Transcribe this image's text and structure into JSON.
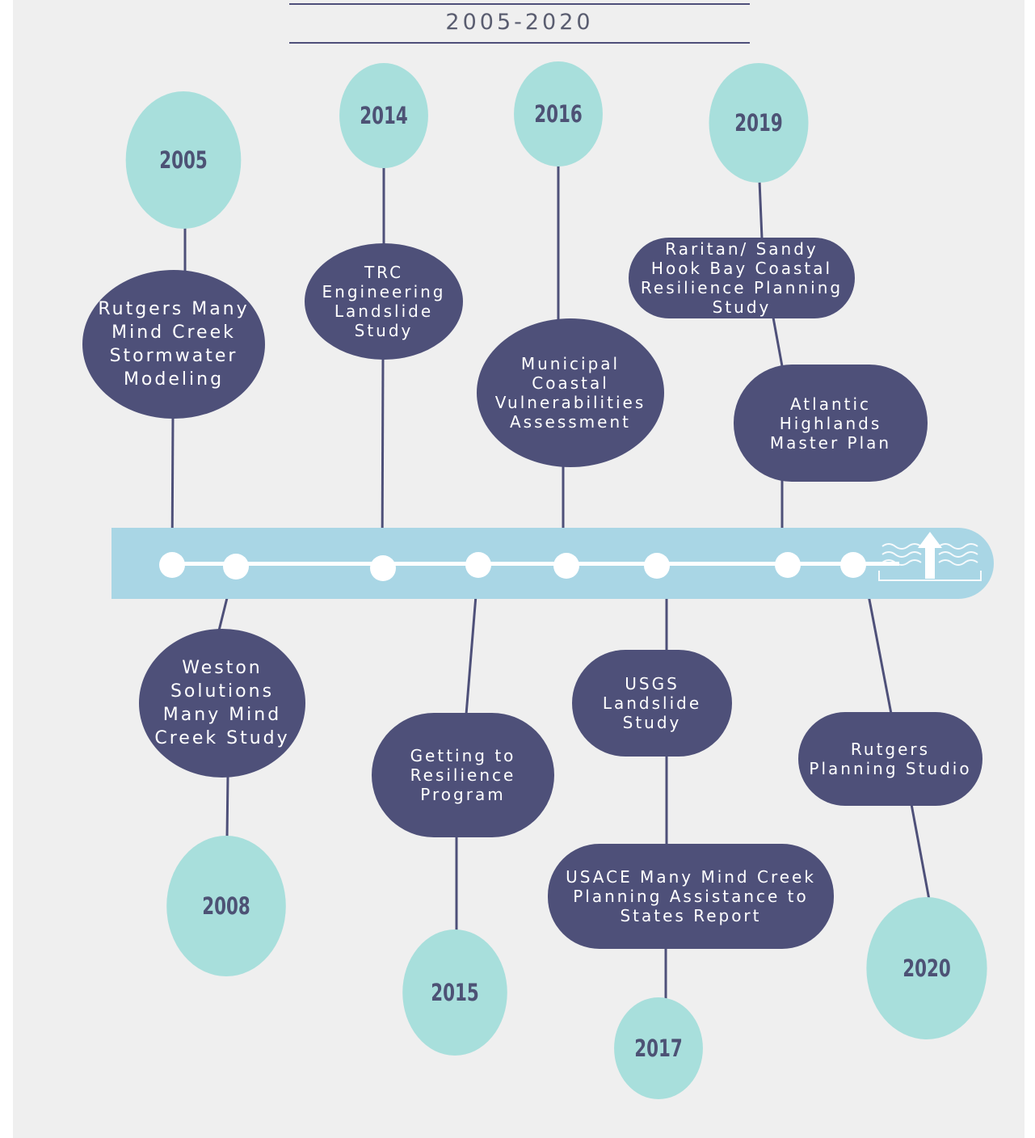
{
  "header": {
    "date_range": "2005-2020"
  },
  "colors": {
    "year_circle": "#a8dfdc",
    "event_pill": "#4e5079",
    "timeline_band": "#a9d6e5",
    "connector": "#4e5079"
  },
  "logo": {
    "icon": "rising-water-arrow-icon"
  },
  "milestones": [
    {
      "year": "2005",
      "event": "Rutgers Many Mind Creek Stormwater Modeling"
    },
    {
      "year": "2008",
      "event": "Weston Solutions Many Mind Creek Study"
    },
    {
      "year": "2014",
      "event": "TRC Engineering Landslide Study"
    },
    {
      "year": "2015",
      "event": "Getting to Resilience Program"
    },
    {
      "year": "2016",
      "event": "Municipal Coastal Vulnerabilities Assessment"
    },
    {
      "year": "2017",
      "event": "USGS Landslide Study"
    },
    {
      "year": "2017",
      "event": "USACE Many Mind Creek Planning Assistance to States Report"
    },
    {
      "year": "2019",
      "event": "Raritan/ Sandy Hook Bay Coastal Resilience Planning Study"
    },
    {
      "year": "2019",
      "event": "Atlantic Highlands Master Plan"
    },
    {
      "year": "2020",
      "event": "Rutgers Planning Studio"
    }
  ]
}
